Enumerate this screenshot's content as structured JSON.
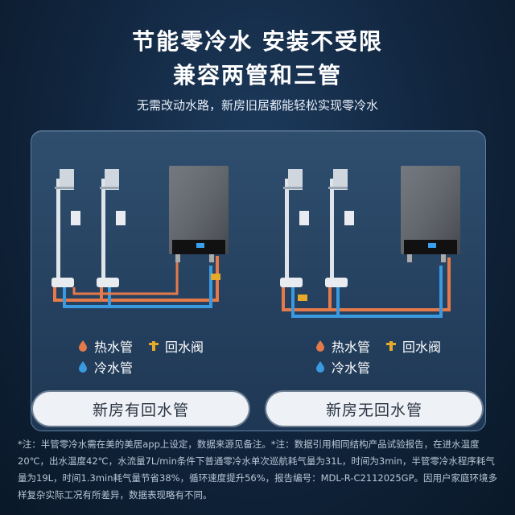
{
  "header": {
    "title_line1": "节能零冷水 安装不受限",
    "title_line2": "兼容两管和三管",
    "subtitle": "无需改动水路，新房旧居都能轻松实现零冷水"
  },
  "legend": {
    "hot_pipe": "热水管",
    "return_valve": "回水阀",
    "cold_pipe": "冷水管"
  },
  "labels": {
    "left": "新房有回水管",
    "right": "新房无回水管"
  },
  "colors": {
    "hot": "#e47a4a",
    "cold": "#3a9ae0",
    "valve": "#e7a92a"
  },
  "footnote": "*注：半管零冷水需在美的美居app上设定，数据来源见备注。*注：数据引用相同结构产品试验报告，在进水温度20℃，出水温度42℃，水流量7L/min条件下普通零冷水单次巡航耗气量为31L，时间为3min，半管零冷水程序耗气量为19L，时间1.3min耗气量节省38%，循环速度提升56%，报告编号：MDL-R-C2112025GP。因用户家庭环境多样复杂实际工况有所差异，数据表现略有不同。"
}
